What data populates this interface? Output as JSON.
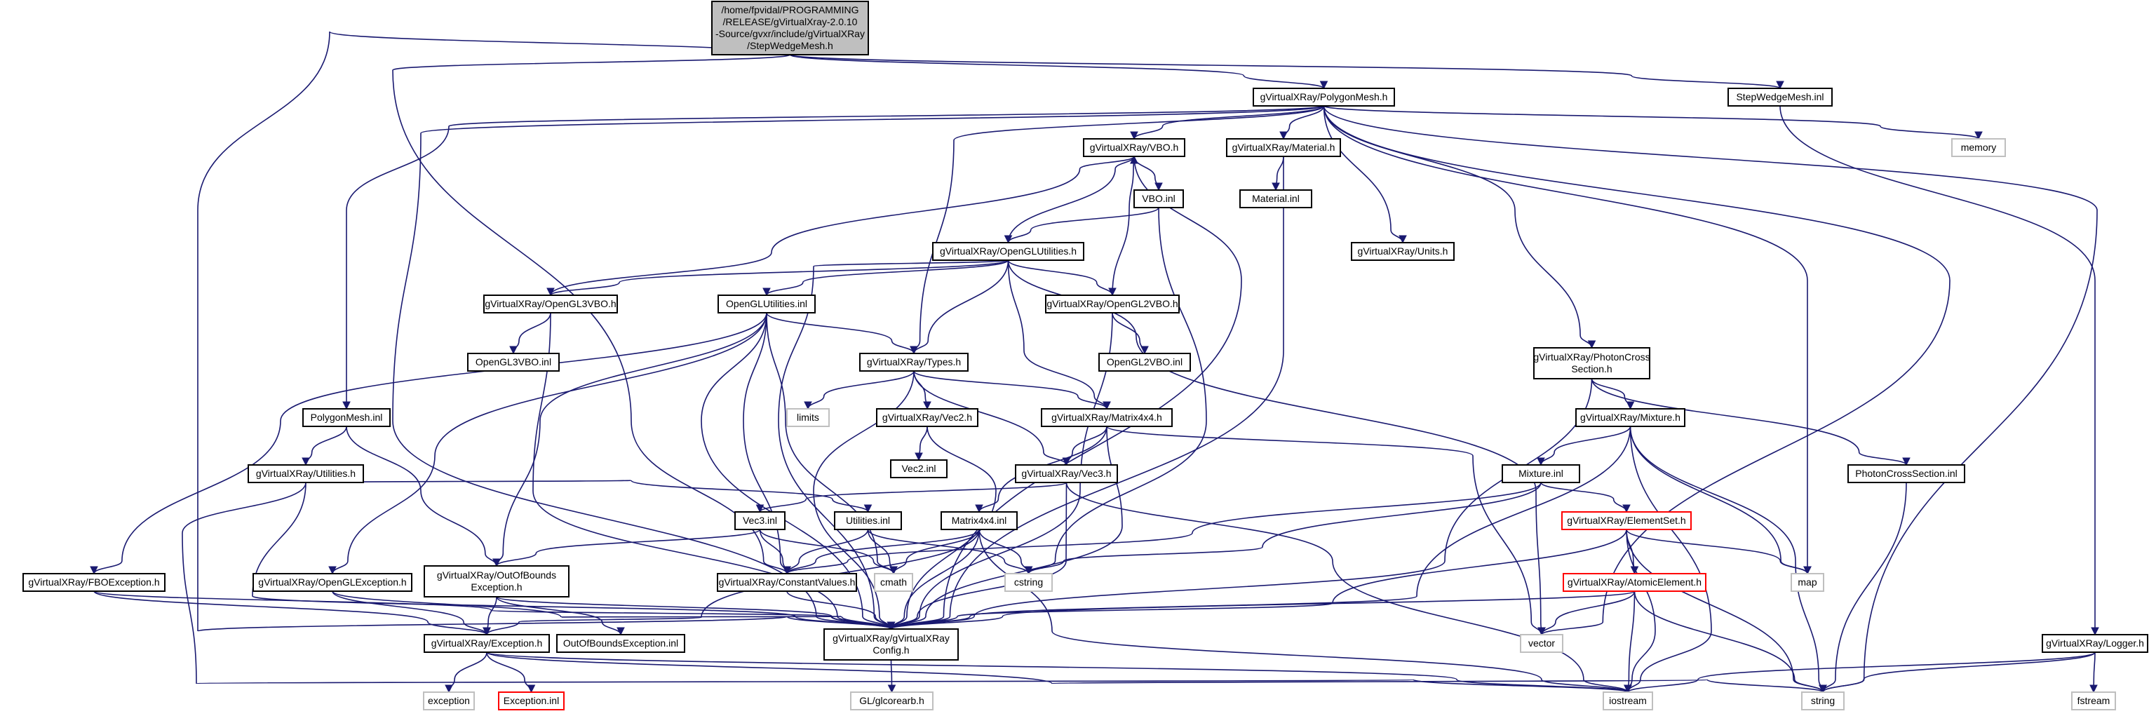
{
  "nodes": {
    "root": [
      "/home/fpvidal/PROGRAMMING",
      "/RELEASE/gVirtualXray-2.0.10",
      "-Source/gvxr/include/gVirtualXRay",
      "/StepWedgeMesh.h"
    ],
    "polygonmesh_h": [
      "gVirtualXRay/PolygonMesh.h"
    ],
    "stepwedge_inl": [
      "StepWedgeMesh.inl"
    ],
    "vbo_h": [
      "gVirtualXRay/VBO.h"
    ],
    "material_h": [
      "gVirtualXRay/Material.h"
    ],
    "memory": [
      "memory"
    ],
    "vbo_inl": [
      "VBO.inl"
    ],
    "material_inl": [
      "Material.inl"
    ],
    "openglutilities_h": [
      "gVirtualXRay/OpenGLUtilities.h"
    ],
    "units_h": [
      "gVirtualXRay/Units.h"
    ],
    "opengl3vbo_h": [
      "gVirtualXRay/OpenGL3VBO.h"
    ],
    "openglutilities_inl": [
      "OpenGLUtilities.inl"
    ],
    "opengl2vbo_h": [
      "gVirtualXRay/OpenGL2VBO.h"
    ],
    "opengl3vbo_inl": [
      "OpenGL3VBO.inl"
    ],
    "opengl2vbo_inl": [
      "OpenGL2VBO.inl"
    ],
    "types_h": [
      "gVirtualXRay/Types.h"
    ],
    "photoncross_h": [
      "gVirtualXRay/PhotonCross",
      "Section.h"
    ],
    "limits": [
      "limits"
    ],
    "vec2_h": [
      "gVirtualXRay/Vec2.h"
    ],
    "matrix4x4_h": [
      "gVirtualXRay/Matrix4x4.h"
    ],
    "mixture_h": [
      "gVirtualXRay/Mixture.h"
    ],
    "polygonmesh_inl": [
      "PolygonMesh.inl"
    ],
    "vec2_inl": [
      "Vec2.inl"
    ],
    "vec3_h": [
      "gVirtualXRay/Vec3.h"
    ],
    "mixture_inl": [
      "Mixture.inl"
    ],
    "photoncross_inl": [
      "PhotonCrossSection.inl"
    ],
    "utilities_h": [
      "gVirtualXRay/Utilities.h"
    ],
    "vec3_inl": [
      "Vec3.inl"
    ],
    "utilities_inl": [
      "Utilities.inl"
    ],
    "matrix4x4_inl": [
      "Matrix4x4.inl"
    ],
    "elementset_h": [
      "gVirtualXRay/ElementSet.h"
    ],
    "cmath": [
      "cmath"
    ],
    "cstring": [
      "cstring"
    ],
    "map": [
      "map"
    ],
    "fboexception_h": [
      "gVirtualXRay/FBOException.h"
    ],
    "openglexception_h": [
      "gVirtualXRay/OpenGLException.h"
    ],
    "outofbounds_h": [
      "gVirtualXRay/OutOfBounds",
      "Exception.h"
    ],
    "constantvalues_h": [
      "gVirtualXRay/ConstantValues.h"
    ],
    "atomicelement_h": [
      "gVirtualXRay/AtomicElement.h"
    ],
    "exception_h": [
      "gVirtualXRay/Exception.h"
    ],
    "outofbounds_inl": [
      "OutOfBoundsException.inl"
    ],
    "config_h": [
      "gVirtualXRay/gVirtualXRay",
      "Config.h"
    ],
    "vector": [
      "vector"
    ],
    "logger_h": [
      "gVirtualXRay/Logger.h"
    ],
    "exception": [
      "exception"
    ],
    "exception_inl": [
      "Exception.inl"
    ],
    "glcorearb_h": [
      "GL/glcorearb.h"
    ],
    "iostream": [
      "iostream"
    ],
    "string": [
      "string"
    ],
    "fstream": [
      "fstream"
    ]
  },
  "colors": {
    "edge": "#191970",
    "node_border": "#000000",
    "root_fill": "#bfbfbf",
    "system_header_border": "#bfbfbf",
    "truncated_node_border": "#ff0000"
  }
}
